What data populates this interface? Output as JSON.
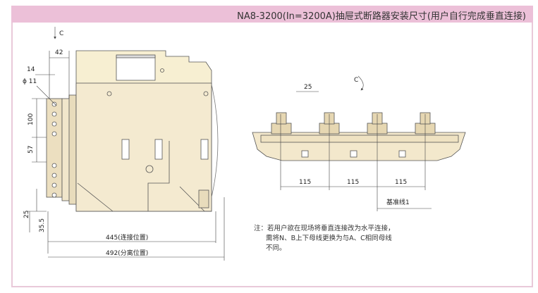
{
  "header": {
    "title": "NA8-3200(In=3200A)抽屉式断路器安装尺寸(用户自行完成垂直连接)"
  },
  "side_view": {
    "dim_c": "C",
    "dim_42": "42",
    "dim_14": "14",
    "dim_phi11": "ϕ 11",
    "dim_100": "100",
    "dim_57": "57",
    "dim_25": "25",
    "dim_35_5": "35.5",
    "dim_445": "445(连接位置)",
    "dim_492": "492(分离位置)"
  },
  "busbar_view": {
    "dim_c": "C",
    "dim_25": "25",
    "dim_115_a": "115",
    "dim_115_b": "115",
    "dim_115_c": "115",
    "reference_line": "基准线1"
  },
  "note": {
    "prefix": "注：",
    "line1": "若用户欲在现场将垂直连接改为水平连接，",
    "line2": "需将N、B上下母线更换为与A、C相同母线",
    "line3": "不同。"
  },
  "colors": {
    "banner": "#ecc0d8",
    "body_fill": "#f7efd2",
    "terminal_fill": "#ecdfc0",
    "line": "#555555"
  }
}
